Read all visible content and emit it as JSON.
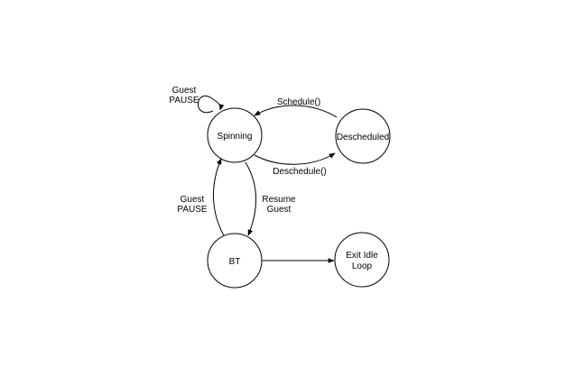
{
  "diagram": {
    "nodes": {
      "spinning": {
        "label": "Spinning"
      },
      "descheduled": {
        "label": "Descheduled"
      },
      "bt": {
        "label": "BT"
      },
      "exit": {
        "line1": "Exit Idle",
        "line2": "Loop"
      }
    },
    "edges": {
      "self_loop": {
        "line1": "Guest",
        "line2": "PAUSE"
      },
      "schedule": {
        "label": "Schedule()"
      },
      "deschedule": {
        "label": "Deschedule()"
      },
      "resume_guest": {
        "line1": "Resume",
        "line2": "Guest"
      },
      "guest_pause": {
        "line1": "Guest",
        "line2": "PAUSE"
      }
    }
  }
}
